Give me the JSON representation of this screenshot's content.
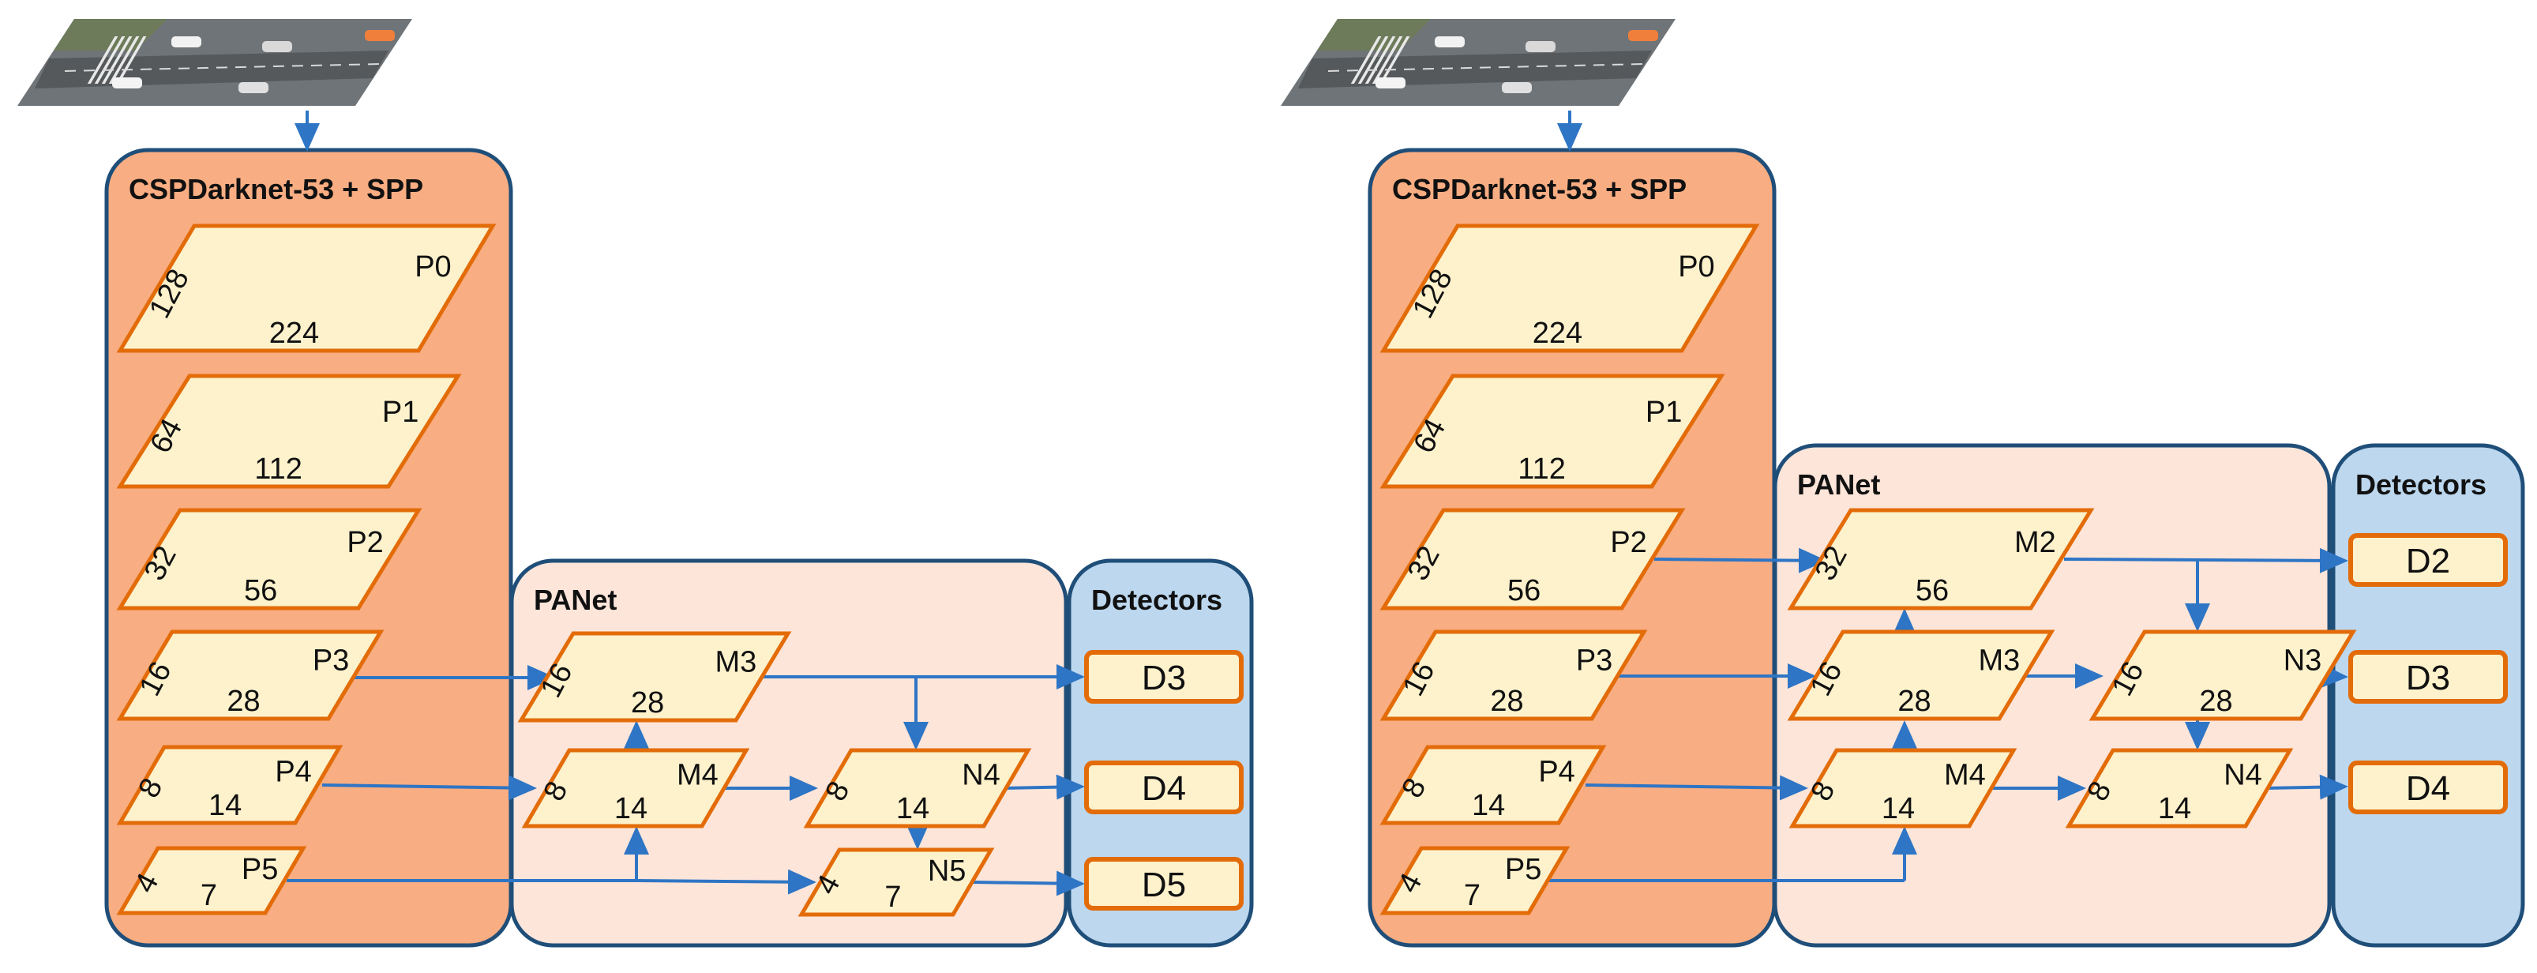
{
  "colors": {
    "backbone_fill": "#f8ad82",
    "panet_fill": "#fde5d9",
    "detector_fill": "#bcd7ee",
    "container_stroke": "#1f4e79",
    "feature_fill": "#fef2cc",
    "feature_stroke": "#e36c09",
    "detector_box_fill": "#fef2cc",
    "arrow": "#2e75c5"
  },
  "left": {
    "backbone_title": "CSPDarknet-53 + SPP",
    "panet_title": "PANet",
    "detectors_title": "Detectors",
    "backbone_layers": [
      {
        "name": "P0",
        "channels": "128",
        "size": "224"
      },
      {
        "name": "P1",
        "channels": "64",
        "size": "112"
      },
      {
        "name": "P2",
        "channels": "32",
        "size": "56"
      },
      {
        "name": "P3",
        "channels": "16",
        "size": "28"
      },
      {
        "name": "P4",
        "channels": "8",
        "size": "14"
      },
      {
        "name": "P5",
        "channels": "4",
        "size": "7"
      }
    ],
    "panet_layers": [
      {
        "name": "M3",
        "channels": "16",
        "size": "28"
      },
      {
        "name": "M4",
        "channels": "8",
        "size": "14"
      },
      {
        "name": "N4",
        "channels": "8",
        "size": "14"
      },
      {
        "name": "N5",
        "channels": "4",
        "size": "7"
      }
    ],
    "detectors": [
      "D3",
      "D4",
      "D5"
    ]
  },
  "right": {
    "backbone_title": "CSPDarknet-53 + SPP",
    "panet_title": "PANet",
    "detectors_title": "Detectors",
    "backbone_layers": [
      {
        "name": "P0",
        "channels": "128",
        "size": "224"
      },
      {
        "name": "P1",
        "channels": "64",
        "size": "112"
      },
      {
        "name": "P2",
        "channels": "32",
        "size": "56"
      },
      {
        "name": "P3",
        "channels": "16",
        "size": "28"
      },
      {
        "name": "P4",
        "channels": "8",
        "size": "14"
      },
      {
        "name": "P5",
        "channels": "4",
        "size": "7"
      }
    ],
    "panet_layers": [
      {
        "name": "M2",
        "channels": "32",
        "size": "56"
      },
      {
        "name": "M3",
        "channels": "16",
        "size": "28"
      },
      {
        "name": "M4",
        "channels": "8",
        "size": "14"
      },
      {
        "name": "N3",
        "channels": "16",
        "size": "28"
      },
      {
        "name": "N4",
        "channels": "8",
        "size": "14"
      }
    ],
    "detectors": [
      "D2",
      "D3",
      "D4"
    ]
  }
}
